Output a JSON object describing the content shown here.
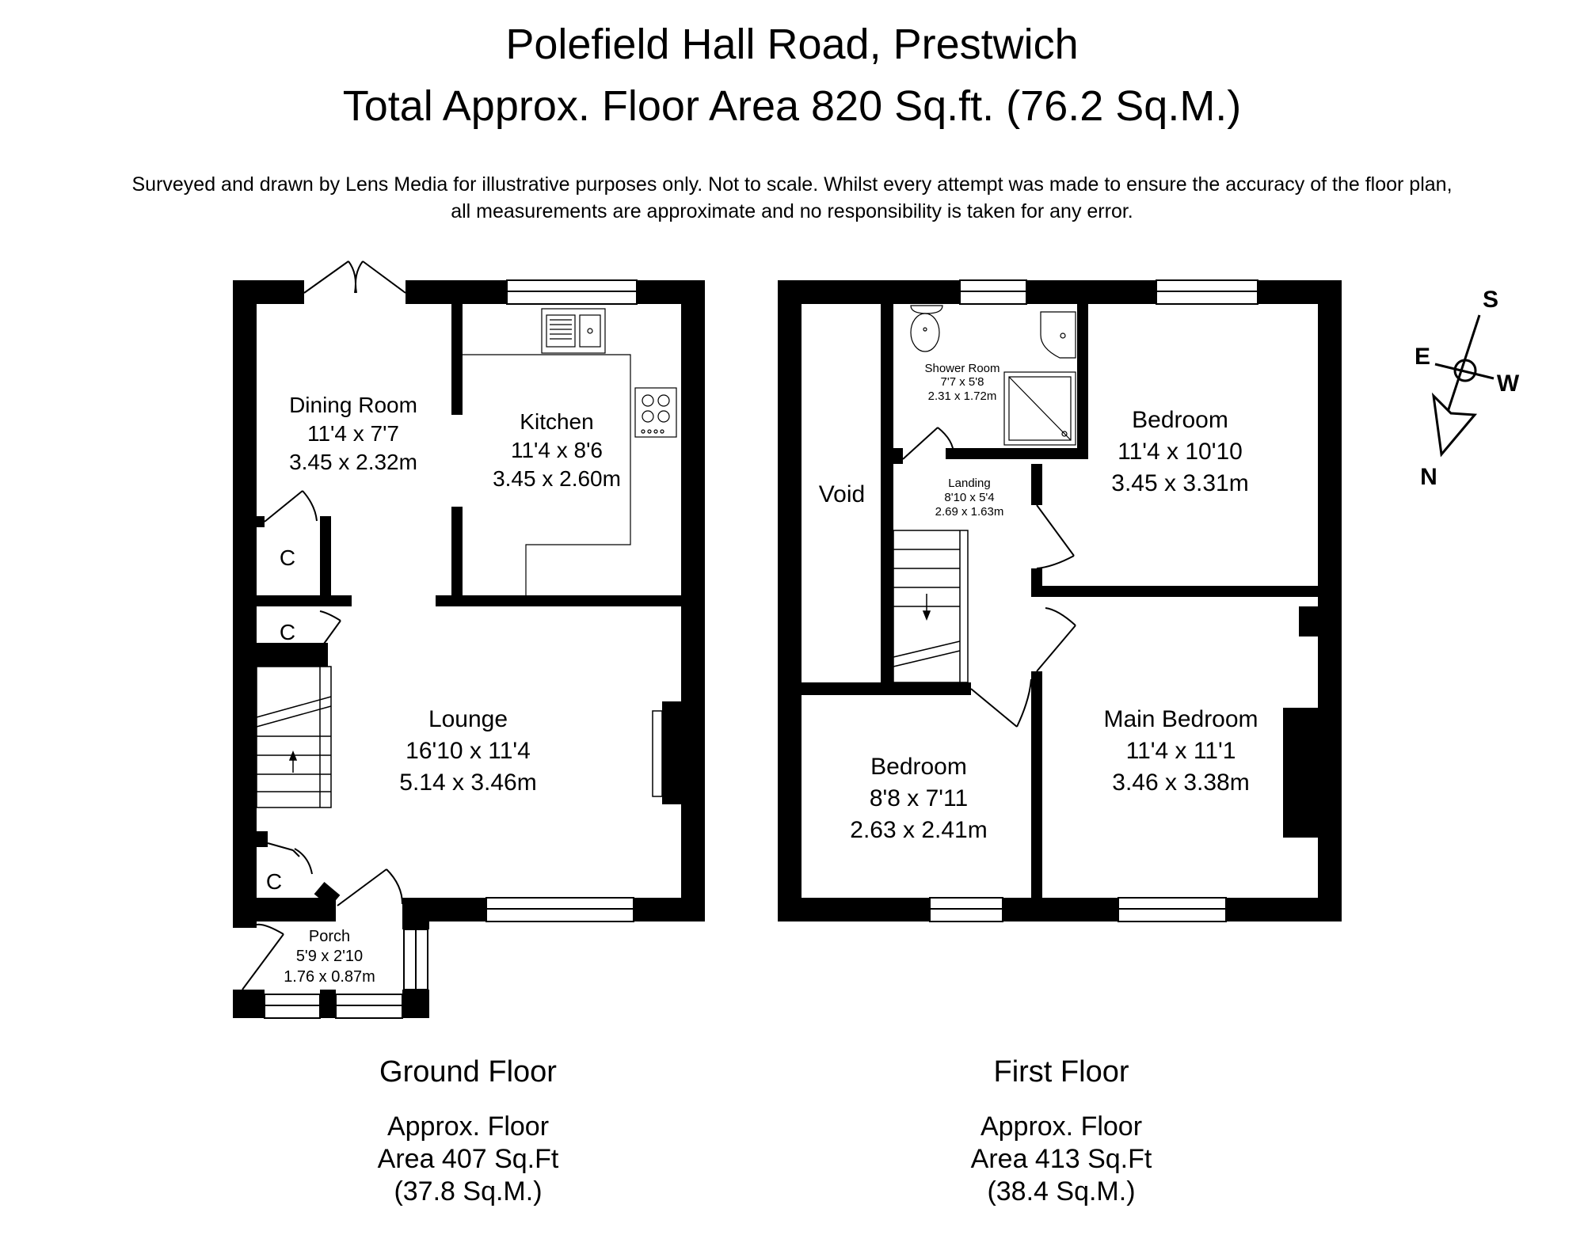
{
  "header": {
    "title": "Polefield Hall Road, Prestwich",
    "subtitle": "Total Approx. Floor Area 820 Sq.ft. (76.2 Sq.M.)",
    "disclaimer_line1": "Surveyed and drawn by Lens Media for illustrative purposes only. Not to scale. Whilst every attempt was made to ensure the accuracy of the floor plan,",
    "disclaimer_line2": "all measurements are approximate and no responsibility is taken for any error."
  },
  "ground_floor": {
    "label": "Ground Floor",
    "area_line1": "Approx. Floor",
    "area_line2": "Area 407 Sq.Ft",
    "area_line3": "(37.8 Sq.M.)",
    "rooms": {
      "dining": {
        "name": "Dining Room",
        "imperial": "11'4 x 7'7",
        "metric": "3.45 x 2.32m"
      },
      "kitchen": {
        "name": "Kitchen",
        "imperial": "11'4 x 8'6",
        "metric": "3.45 x 2.60m"
      },
      "lounge": {
        "name": "Lounge",
        "imperial": "16'10 x 11'4",
        "metric": "5.14 x 3.46m"
      },
      "porch": {
        "name": "Porch",
        "imperial": "5'9 x 2'10",
        "metric": "1.76 x 0.87m"
      },
      "cupboard": "C"
    }
  },
  "first_floor": {
    "label": "First Floor",
    "area_line1": "Approx. Floor",
    "area_line2": "Area 413 Sq.Ft",
    "area_line3": "(38.4 Sq.M.)",
    "rooms": {
      "void": {
        "name": "Void"
      },
      "shower": {
        "name": "Shower Room",
        "imperial": "7'7 x 5'8",
        "metric": "2.31 x 1.72m"
      },
      "landing": {
        "name": "Landing",
        "imperial": "8'10 x 5'4",
        "metric": "2.69 x 1.63m"
      },
      "bedroom_rear": {
        "name": "Bedroom",
        "imperial": "11'4 x 10'10",
        "metric": "3.45 x 3.31m"
      },
      "bedroom_small": {
        "name": "Bedroom",
        "imperial": "8'8 x 7'11",
        "metric": "2.63 x 2.41m"
      },
      "main_bedroom": {
        "name": "Main Bedroom",
        "imperial": "11'4 x 11'1",
        "metric": "3.46 x 3.38m"
      }
    }
  },
  "compass": {
    "north": "N",
    "south": "S",
    "east": "E",
    "west": "W"
  }
}
